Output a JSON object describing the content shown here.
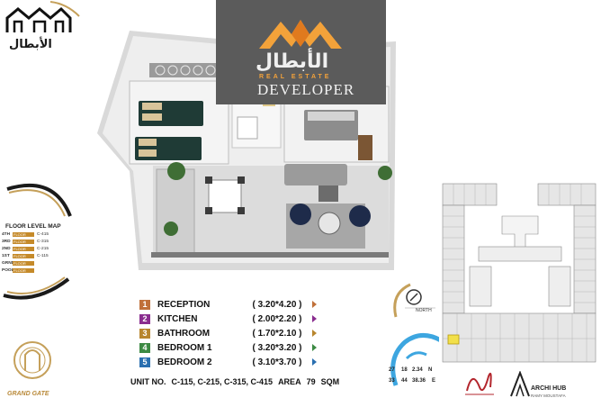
{
  "brand": {
    "logo_arabic": "الأبطال",
    "banner_arabic": "الأبطال",
    "banner_tagline": "REAL ESTATE",
    "banner_developer": "DEVELOPER",
    "accent_color": "#f3a23a",
    "banner_color": "#5b5b5b"
  },
  "floor_level_map": {
    "title": "FLOOR LEVEL MAP",
    "levels": [
      {
        "level": "4TH",
        "bar": "FLOOR",
        "unit": "C-415"
      },
      {
        "level": "3RD",
        "bar": "FLOOR",
        "unit": "C-315"
      },
      {
        "level": "2ND",
        "bar": "FLOOR",
        "unit": "C-215"
      },
      {
        "level": "1ST",
        "bar": "FLOOR",
        "unit": "C-115"
      },
      {
        "level": "GRND",
        "bar": "FLOOR",
        "unit": ""
      },
      {
        "level": "POOL",
        "bar": "FLOOR",
        "unit": ""
      }
    ]
  },
  "grand_gate": {
    "label": "GRAND GATE"
  },
  "rooms": [
    {
      "num": "1",
      "name": "RECEPTION",
      "dim": "( 3.20*4.20 )",
      "color": "#c0703a"
    },
    {
      "num": "2",
      "name": "KITCHEN",
      "dim": "( 2.00*2.20 )",
      "color": "#8a2d8f"
    },
    {
      "num": "3",
      "name": "BATHROOM",
      "dim": "( 1.70*2.10 )",
      "color": "#b8862e"
    },
    {
      "num": "4",
      "name": "BEDROOM 1",
      "dim": "( 3.20*3.20 )",
      "color": "#3c8a43"
    },
    {
      "num": "5",
      "name": "BEDROOM 2",
      "dim": "( 3.10*3.70 )",
      "color": "#2a6fb0"
    }
  ],
  "unit_info": {
    "unit_label": "UNIT NO.",
    "units": "C-115, C-215, C-315, C-415",
    "area_label": "AREA",
    "area_value": "79",
    "area_unit": "SQM"
  },
  "compass": {
    "label": "NORTH"
  },
  "coords": {
    "a1": "27",
    "a2": "18",
    "a3": "2.34",
    "a4": "N",
    "b1": "33",
    "b2": "44",
    "b3": "38.36",
    "b4": "E"
  },
  "archi_hub": {
    "title": "ARCHI HUB",
    "subtitle": "RAMY MOUSTAFA"
  }
}
